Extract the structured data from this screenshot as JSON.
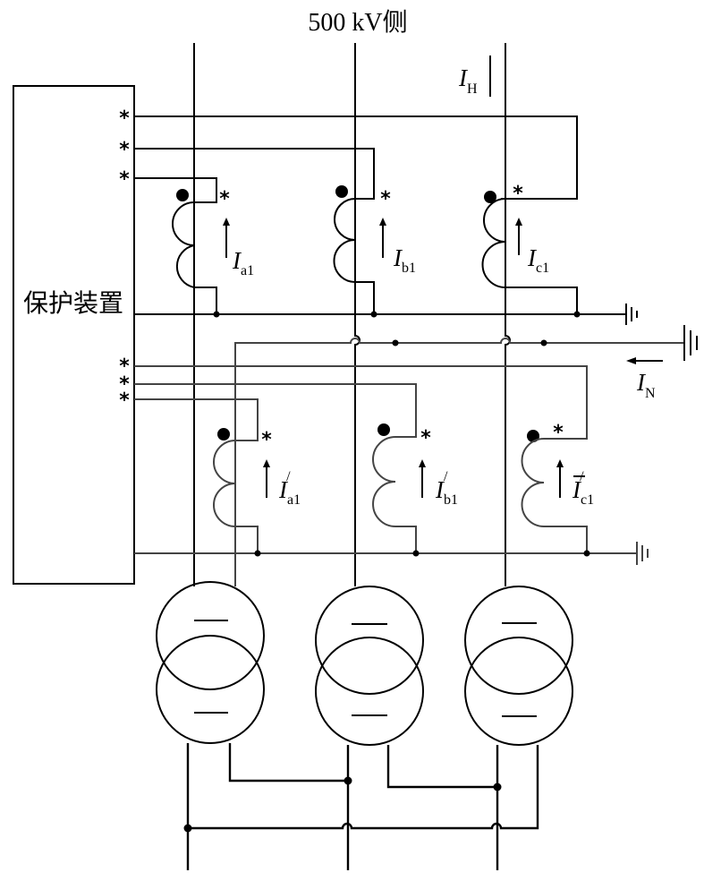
{
  "title": "500 kV侧",
  "device_label": "保护装置",
  "mark_symbol": "*",
  "currents": {
    "ih": {
      "main": "I",
      "sub": "H"
    },
    "in": {
      "main": "I",
      "sub": "N"
    },
    "ia1": {
      "main": "I",
      "sub": "a1"
    },
    "ib1": {
      "main": "I",
      "sub": "b1"
    },
    "ic1": {
      "main": "I",
      "sub": "c1"
    },
    "ia1p": {
      "main": "I",
      "sub": "a1",
      "prime": "/"
    },
    "ib1p": {
      "main": "I",
      "sub": "b1",
      "prime": "/"
    },
    "ic1p": {
      "main": "I",
      "sub": "c1",
      "prime": "/"
    }
  }
}
